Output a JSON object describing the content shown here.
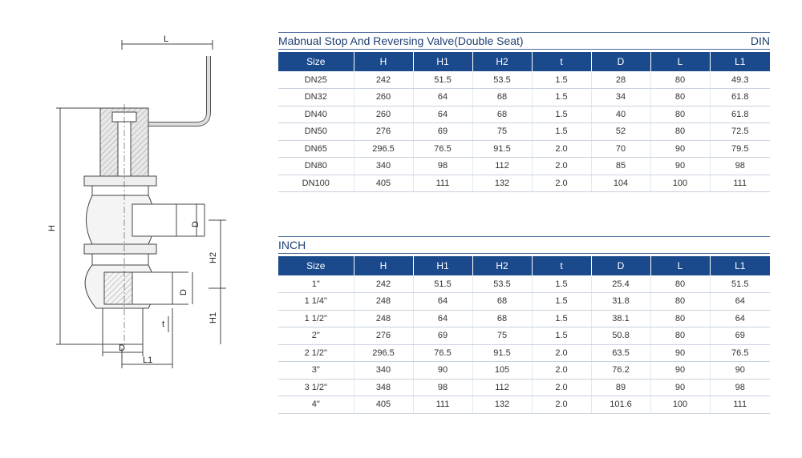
{
  "drawing": {
    "labels": {
      "L": "L",
      "H": "H",
      "H1": "H1",
      "H2": "H2",
      "D_top": "D",
      "D_mid": "D",
      "D_bottom": "D",
      "L1": "L1",
      "t": "t"
    }
  },
  "din": {
    "title": "Mabnual Stop And Reversing Valve(Double Seat)",
    "standard": "DIN",
    "headers": [
      "Size",
      "H",
      "H1",
      "H2",
      "t",
      "D",
      "L",
      "L1"
    ],
    "rows": [
      [
        "DN25",
        "242",
        "51.5",
        "53.5",
        "1.5",
        "28",
        "80",
        "49.3"
      ],
      [
        "DN32",
        "260",
        "64",
        "68",
        "1.5",
        "34",
        "80",
        "61.8"
      ],
      [
        "DN40",
        "260",
        "64",
        "68",
        "1.5",
        "40",
        "80",
        "61.8"
      ],
      [
        "DN50",
        "276",
        "69",
        "75",
        "1.5",
        "52",
        "80",
        "72.5"
      ],
      [
        "DN65",
        "296.5",
        "76.5",
        "91.5",
        "2.0",
        "70",
        "90",
        "79.5"
      ],
      [
        "DN80",
        "340",
        "98",
        "112",
        "2.0",
        "85",
        "90",
        "98"
      ],
      [
        "DN100",
        "405",
        "111",
        "132",
        "2.0",
        "104",
        "100",
        "111"
      ]
    ]
  },
  "inch": {
    "title": "INCH",
    "headers": [
      "Size",
      "H",
      "H1",
      "H2",
      "t",
      "D",
      "L",
      "L1"
    ],
    "rows": [
      [
        "1\"",
        "242",
        "51.5",
        "53.5",
        "1.5",
        "25.4",
        "80",
        "51.5"
      ],
      [
        "1 1/4\"",
        "248",
        "64",
        "68",
        "1.5",
        "31.8",
        "80",
        "64"
      ],
      [
        "1 1/2\"",
        "248",
        "64",
        "68",
        "1.5",
        "38.1",
        "80",
        "64"
      ],
      [
        "2\"",
        "276",
        "69",
        "75",
        "1.5",
        "50.8",
        "80",
        "69"
      ],
      [
        "2 1/2\"",
        "296.5",
        "76.5",
        "91.5",
        "2.0",
        "63.5",
        "90",
        "76.5"
      ],
      [
        "3\"",
        "340",
        "90",
        "105",
        "2.0",
        "76.2",
        "90",
        "90"
      ],
      [
        "3 1/2\"",
        "348",
        "98",
        "112",
        "2.0",
        "89",
        "90",
        "98"
      ],
      [
        "4\"",
        "405",
        "111",
        "132",
        "2.0",
        "101.6",
        "100",
        "111"
      ]
    ]
  }
}
